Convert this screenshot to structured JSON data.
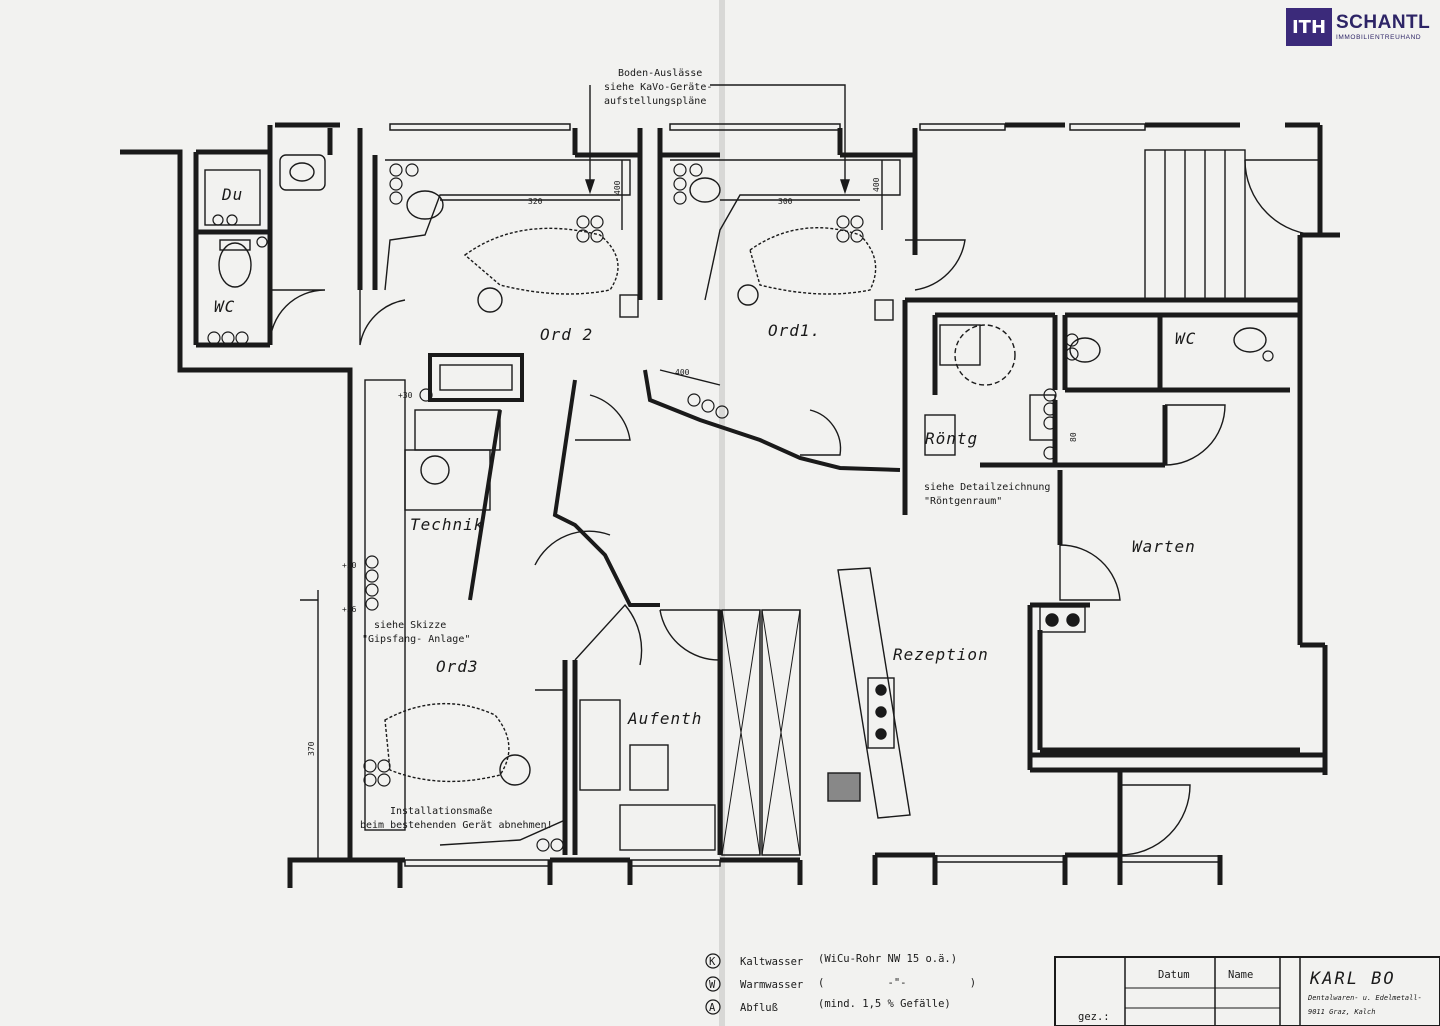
{
  "brand": {
    "mark": "ITH",
    "name": "SCHANTL",
    "tagline": "IMMOBILIENTREUHAND",
    "color": "#3b2a7a"
  },
  "rooms": {
    "du": "Du",
    "wc_left": "WC",
    "ord2": "Ord 2",
    "ord1": "Ord1.",
    "roentg": "Röntg",
    "wc_right": "WC",
    "technik": "Technik",
    "warten": "Warten",
    "rezeption": "Rezeption",
    "ord3": "Ord3",
    "aufenth": "Aufenth"
  },
  "notes": {
    "boden_1": "Boden-Auslässe",
    "boden_2": "siehe KaVo-Geräte-",
    "boden_3": "aufstellungspläne",
    "detail_1": "siehe Detailzeichnung",
    "detail_2": "\"Röntgenraum\"",
    "skizze_1": "siehe Skizze",
    "skizze_2": "\"Gipsfang- Anlage\"",
    "install_1": "Installationsmaße",
    "install_2": "beim bestehenden Gerät abnehmen!"
  },
  "dimensions": {
    "d320": "320",
    "d400a": "400",
    "d300": "300",
    "d400b": "400",
    "d400c": "400",
    "d80": "80",
    "d130": "+30",
    "d450": "+50",
    "d436": "+36",
    "d370": "370"
  },
  "legend": [
    {
      "symbol": "K",
      "name": "Kaltwasser",
      "spec": "(WiCu-Rohr NW 15 o.ä.)"
    },
    {
      "symbol": "W",
      "name": "Warmwasser",
      "spec": "(          -\"-          )"
    },
    {
      "symbol": "A",
      "name": "Abfluß",
      "spec": "(mind. 1,5 % Gefälle)"
    }
  ],
  "title_block": {
    "gez": "gez.:",
    "datum": "Datum",
    "name": "Name",
    "company": "KARL BO",
    "line1": "Dentalwaren- u. Edelmetall-",
    "line2": "9011 Graz, Kalch"
  },
  "colors": {
    "ink": "#1a1a1a",
    "paper": "#f2f2f0"
  }
}
